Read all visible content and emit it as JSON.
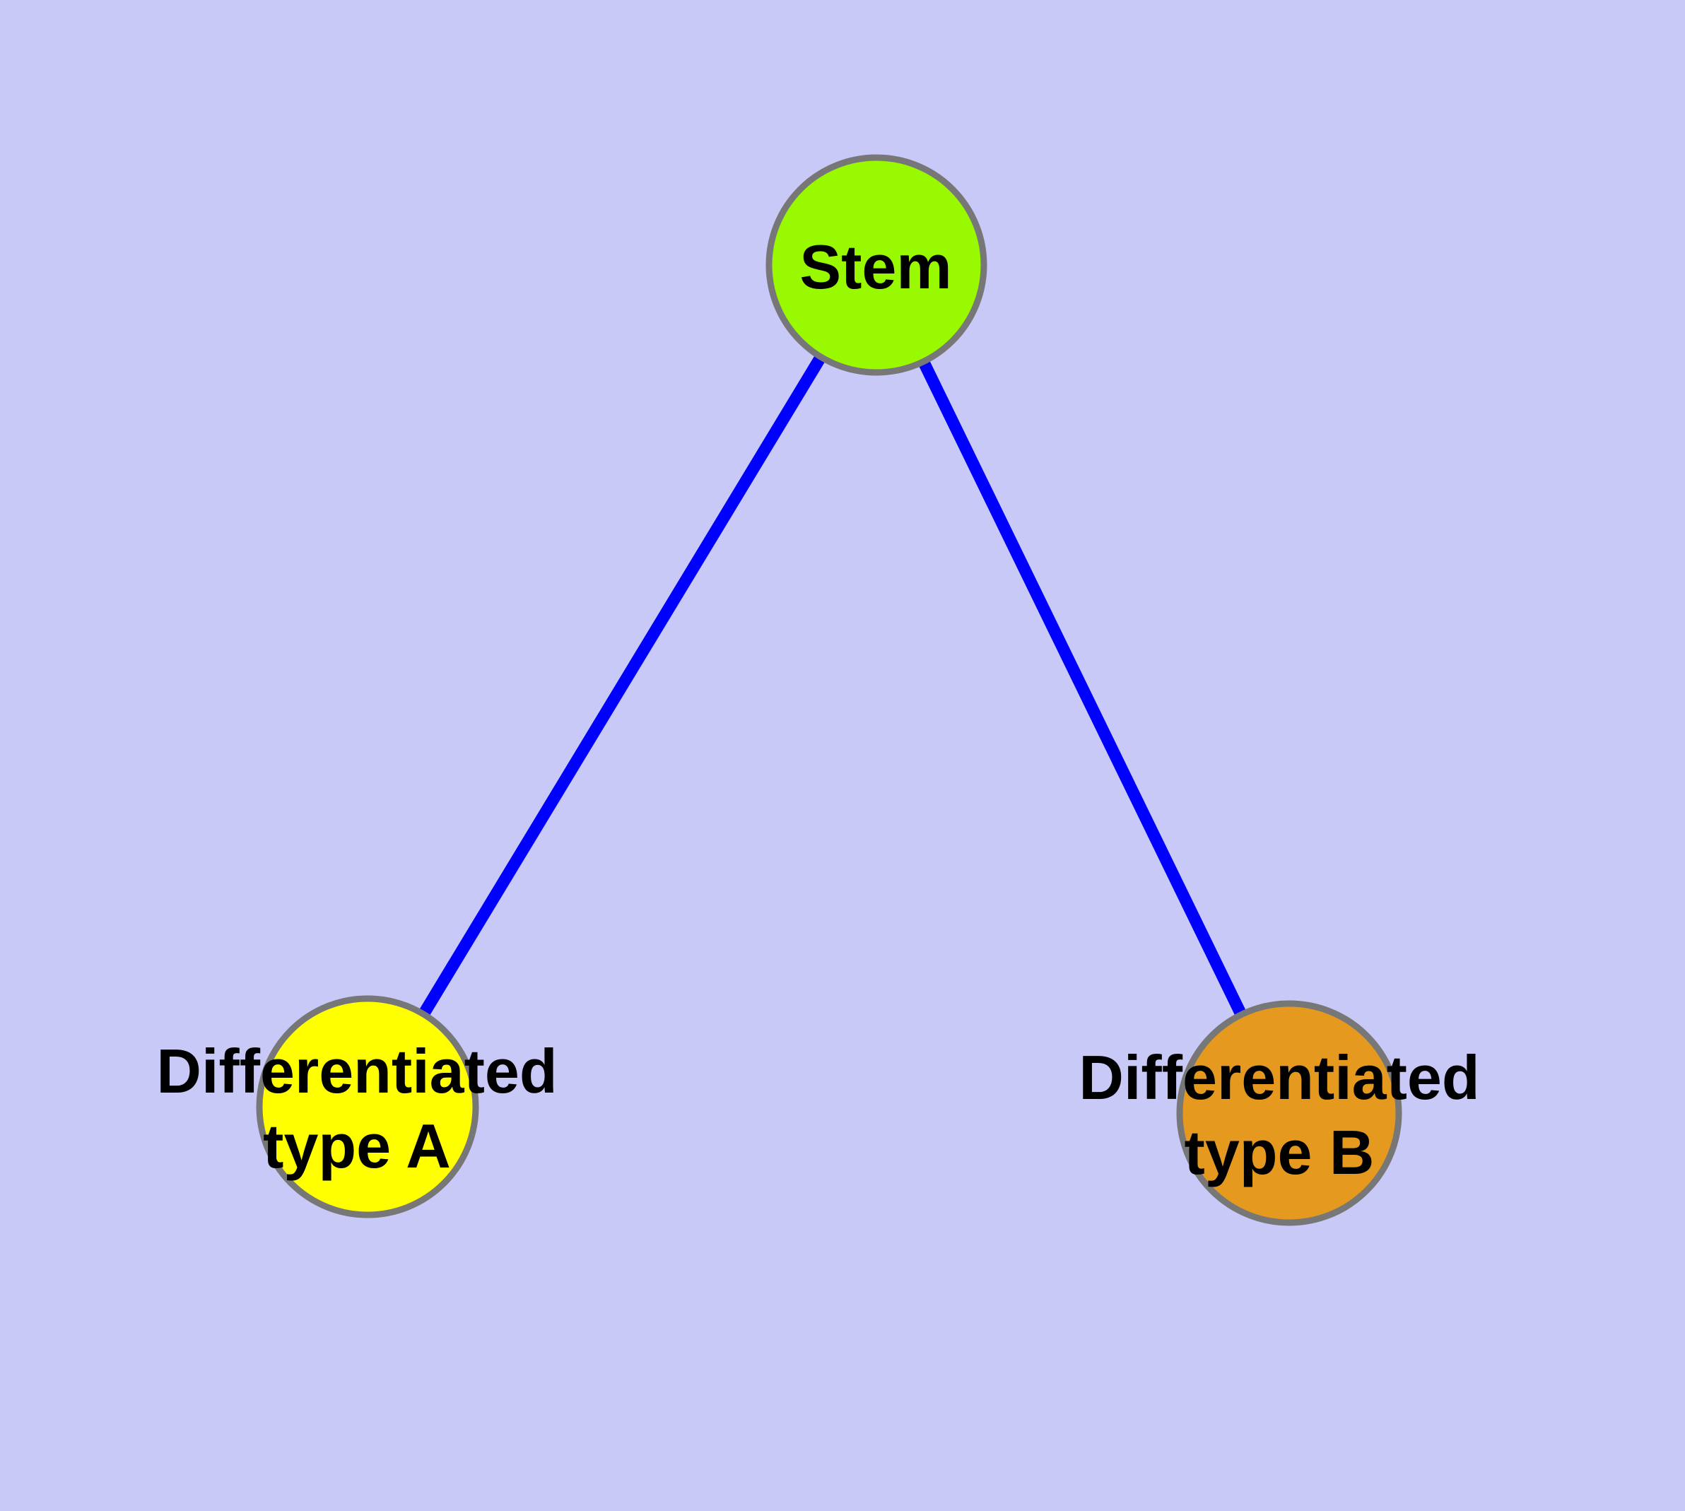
{
  "diagram": {
    "type": "graph",
    "background_color": "#C9C9F8",
    "edge_color": "#0000FF",
    "node_border_color": "#777777",
    "label_color": "#000000"
  },
  "nodes": {
    "stem": {
      "label": "Stem",
      "fill": "#99F900"
    },
    "type_a": {
      "label": "Differentiated type A",
      "label_line1": "Differentiated",
      "label_line2": "type A",
      "fill": "#FFFF00"
    },
    "type_b": {
      "label": "Differentiated type B",
      "label_line1": "Differentiated",
      "label_line2": "type B",
      "fill": "#E59A1F"
    }
  },
  "edges": [
    {
      "from": "Stem",
      "to": "Differentiated type A"
    },
    {
      "from": "Stem",
      "to": "Differentiated type B"
    }
  ]
}
